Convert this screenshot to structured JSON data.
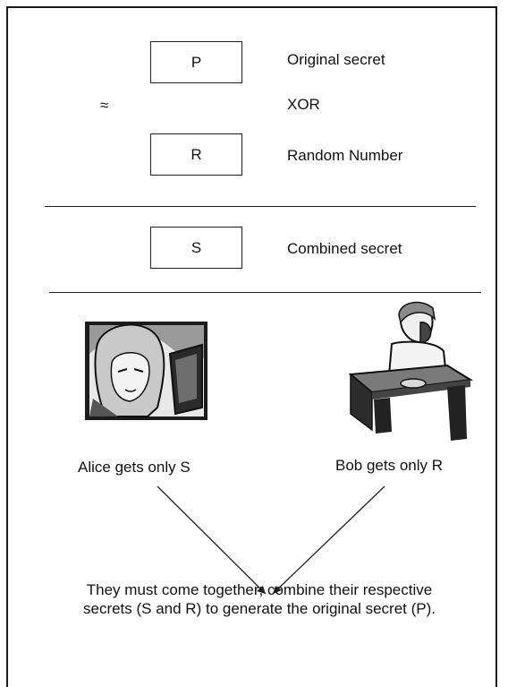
{
  "rows": [
    {
      "box": "P",
      "label": "Original secret"
    },
    {
      "box": "",
      "label": "XOR"
    },
    {
      "box": "R",
      "label": "Random Number"
    }
  ],
  "approx_symbol": "≈",
  "result": {
    "box": "S",
    "label": "Combined secret"
  },
  "alice": {
    "caption": "Alice gets only S",
    "icon": "woman-at-computer-clipart"
  },
  "bob": {
    "caption": "Bob gets only R",
    "icon": "man-on-phone-at-desk-clipart"
  },
  "conclusion": "They must come together; combine their respective secrets (S and R) to generate the original secret (P).",
  "colors": {
    "line": "#222222",
    "background": "#ffffff"
  }
}
